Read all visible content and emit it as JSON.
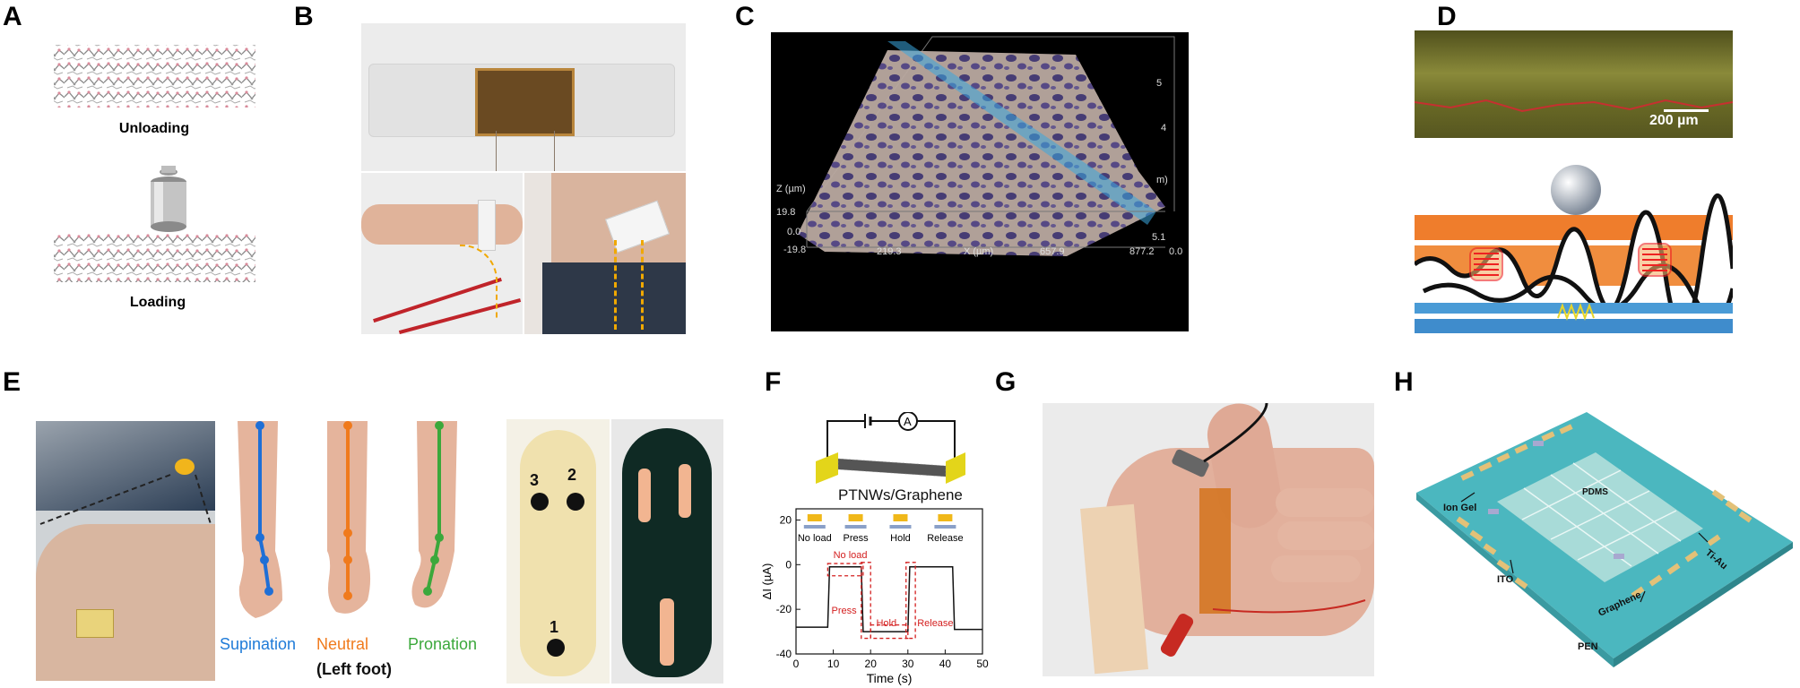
{
  "panels": {
    "a": {
      "label": "A",
      "unloading": "Unloading",
      "loading": "Loading"
    },
    "b": {
      "label": "B"
    },
    "c": {
      "label": "C",
      "z_label": "Z (µm)",
      "x_label": "X (µm)",
      "z_top": "19.8",
      "z_mid": "0.0",
      "z_bot": "-19.8",
      "x_ticks": [
        "219.3",
        "657.9",
        "877.2"
      ],
      "right_ticks": [
        "5",
        "4",
        "m)",
        "5.1",
        "0.0"
      ]
    },
    "d": {
      "label": "D",
      "scale_bar": "200 µm"
    },
    "e": {
      "label": "E",
      "supination": "Supination",
      "neutral": "Neutral",
      "pronation": "Pronation",
      "left_foot": "(Left foot)",
      "points": [
        "3",
        "2",
        "1"
      ]
    },
    "f": {
      "label": "F",
      "ammeter": "A",
      "material": "PTNWs/Graphene",
      "states": [
        "No load",
        "Press",
        "Hold",
        "Release"
      ],
      "annotations": {
        "no_load": "No load",
        "press": "Press",
        "hold": "Hold",
        "release": "Release"
      }
    },
    "g": {
      "label": "G"
    },
    "h": {
      "label": "H",
      "ion_gel": "Ion Gel",
      "pdms": "PDMS",
      "ito": "ITO",
      "tiau": "Ti-Au",
      "graphene": "Graphene",
      "pen": "PEN"
    }
  },
  "chart_data": {
    "type": "line",
    "xlabel": "Time (s)",
    "ylabel": "ΔI (µA)",
    "xlim": [
      0,
      50
    ],
    "ylim": [
      -40,
      25
    ],
    "x_ticks": [
      0,
      10,
      20,
      30,
      40,
      50
    ],
    "y_ticks": [
      -40,
      -20,
      0,
      20
    ],
    "series": [
      {
        "x": [
          0,
          8.5,
          9,
          17.5,
          18,
          30,
          30.5,
          42,
          42.5,
          50
        ],
        "y": [
          -28,
          -28,
          -1,
          -1,
          -30,
          -30,
          -1,
          -1,
          -29,
          -29
        ]
      }
    ]
  }
}
